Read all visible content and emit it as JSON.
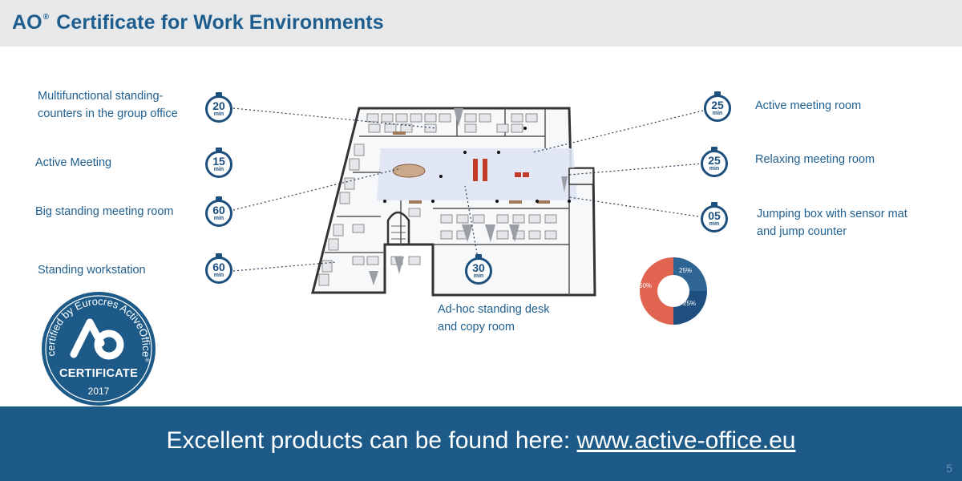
{
  "header": {
    "title_prefix": "AO",
    "title_reg": "®",
    "title_rest": " Certificate for Work Environments"
  },
  "labels": {
    "multifunctional_line1": "Multifunctional standing-",
    "multifunctional_line2": "counters in the group office",
    "active_meeting": "Active Meeting",
    "big_standing": "Big standing meeting room",
    "standing_workstation": "Standing workstation",
    "active_meeting_room": "Active meeting room",
    "relaxing_meeting_room": "Relaxing meeting room",
    "jumping_line1": "Jumping box with sensor mat",
    "jumping_line2": "and jump counter",
    "adhoc_line1": "Ad-hoc standing desk",
    "adhoc_line2": "and copy room"
  },
  "timers": {
    "unit": "min",
    "t_multifunctional": "20",
    "t_active_meeting": "15",
    "t_big_standing": "60",
    "t_standing_workstation": "60",
    "t_active_meeting_room": "25",
    "t_relaxing": "25",
    "t_jumping": "05",
    "t_adhoc": "30"
  },
  "donut": {
    "slice_left": "50%",
    "slice_top_right": "25%",
    "slice_bottom_right": "25%"
  },
  "seal": {
    "ring_text": "certified by Eurocres ActiveOffice",
    "ring_reg": "®",
    "certificate": "CERTIFICATE",
    "year": "2017"
  },
  "footer": {
    "prefix": "Excellent products can be found here: ",
    "link": "www.active-office.eu"
  },
  "page_number": "5",
  "colors": {
    "brand_blue": "#1d5a88",
    "header_gray": "#e6e8ea",
    "donut_red": "#e06450",
    "donut_blue": "#2f6592"
  }
}
